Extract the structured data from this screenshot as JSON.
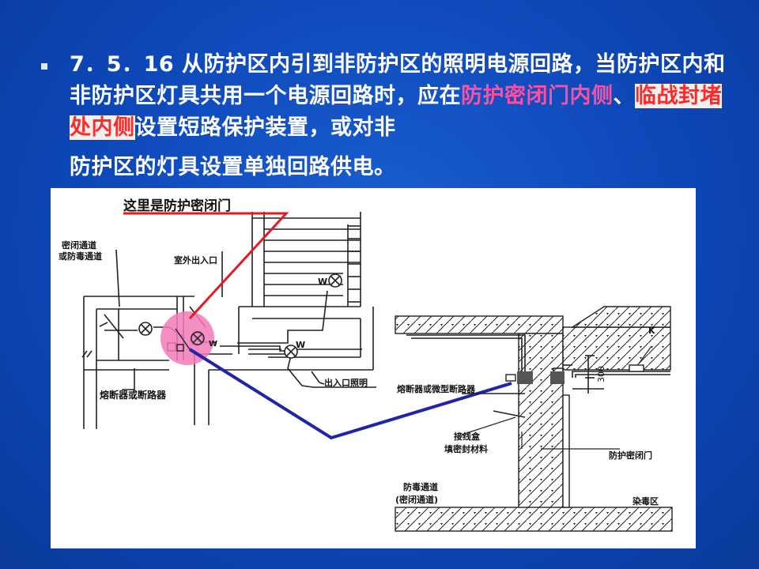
{
  "slide": {
    "paragraph": {
      "part1": "7．5．16 从防护区内引到非防护区的照明电源回路，当防护区内和非防护区灯具共用一个电源回路时，应在",
      "highlight1": "防护密闭门内侧",
      "sep": "、",
      "highlight2": "临战封堵处内侧",
      "part2": "设置短路保护装置，或对非",
      "last_line": "防护区的灯具设置单独回路供电。"
    },
    "diagram": {
      "callout": "这里是防护密闭门",
      "label_sealed_corridor_1": "密闭通道",
      "label_sealed_corridor_2": "或防毒通道",
      "label_outdoor_entrance": "室外出入口",
      "label_fuse_left": "熔断器或断路器",
      "label_entrance_lighting": "出入口照明",
      "label_fuse_right": "熔断器或微型断路器",
      "label_junction_box": "接线盒",
      "label_seal_material": "填密封材料",
      "label_antigas_1": "防毒通道",
      "label_antigas_2": "(密闭通道)",
      "label_blast_door": "防护密闭门",
      "label_contaminated": "染毒区",
      "lamp_w1": "W",
      "lamp_w2": "W",
      "lamp_w3": "W",
      "dim_300": "300",
      "mark_k": "K"
    },
    "colors": {
      "background": "#0d47b8",
      "highlight_pink": "#ff4fa0",
      "highlight_red": "#ff2a2a",
      "callout_line": "#e11b22",
      "blue_wire": "#1f24a8",
      "pink_circle": "#f27ab8"
    }
  }
}
